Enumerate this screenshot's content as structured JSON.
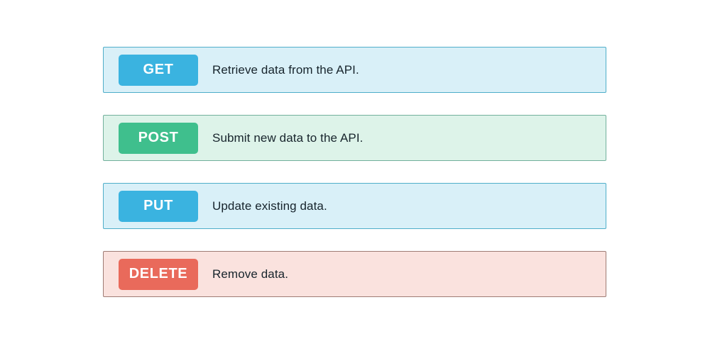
{
  "page": {
    "background_color": "#ffffff",
    "text_color": "#17242c"
  },
  "methods": [
    {
      "method": "GET",
      "description": "Retrieve data from the API.",
      "badge_color": "#3ab3e0",
      "card_bg": "#d9f0f8",
      "card_border": "#4faec9"
    },
    {
      "method": "POST",
      "description": "Submit new data to the API.",
      "badge_color": "#3fbf8d",
      "card_bg": "#ddf3e9",
      "card_border": "#72b09c"
    },
    {
      "method": "PUT",
      "description": "Update existing data.",
      "badge_color": "#3ab3e0",
      "card_bg": "#d9f0f8",
      "card_border": "#4faec9"
    },
    {
      "method": "DELETE",
      "description": "Remove data.",
      "badge_color": "#e96a5b",
      "card_bg": "#fae2de",
      "card_border": "#9e7b74"
    }
  ]
}
